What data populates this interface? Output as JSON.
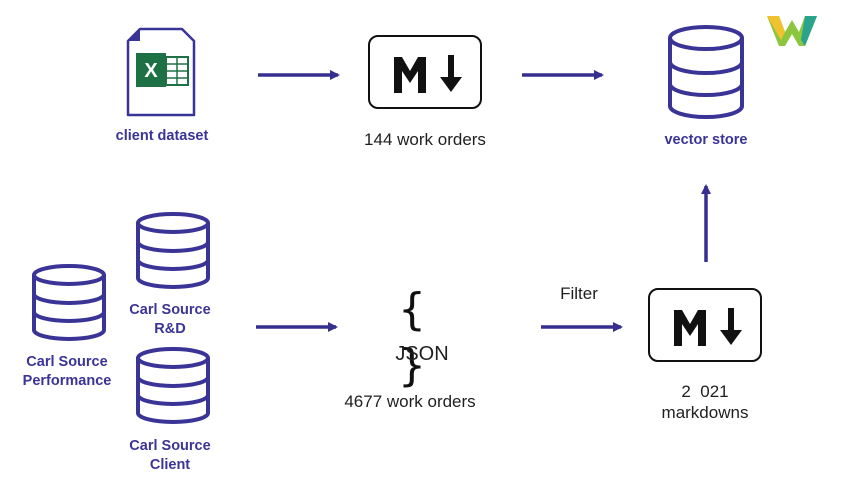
{
  "colors": {
    "accent": "#3b3497",
    "arrow": "#372f8f",
    "excel_green": "#1e7145",
    "logo_green": "#8cc63f",
    "logo_yellow": "#f2c12e",
    "logo_teal": "#29a38c"
  },
  "icons": {
    "excel": "excel-file-icon",
    "markdown": "markdown-icon",
    "database": "database-icon",
    "json": "json-braces-icon",
    "logo": "brand-logo-icon"
  },
  "nodes": {
    "client_dataset": {
      "label": "client dataset"
    },
    "markdown_top": {
      "caption": "144 work orders"
    },
    "vector_store": {
      "label": "vector store"
    },
    "carl_rd": {
      "line1": "Carl Source",
      "line2": "R&D"
    },
    "carl_performance": {
      "line1": "Carl Source",
      "line2": "Performance"
    },
    "carl_client": {
      "line1": "Carl Source",
      "line2": "Client"
    },
    "json": {
      "label": "JSON",
      "caption": "4677 work orders"
    },
    "markdown_bottom": {
      "line1": "2  021",
      "line2": "markdowns"
    }
  },
  "edges": {
    "filter_label": "Filter"
  }
}
